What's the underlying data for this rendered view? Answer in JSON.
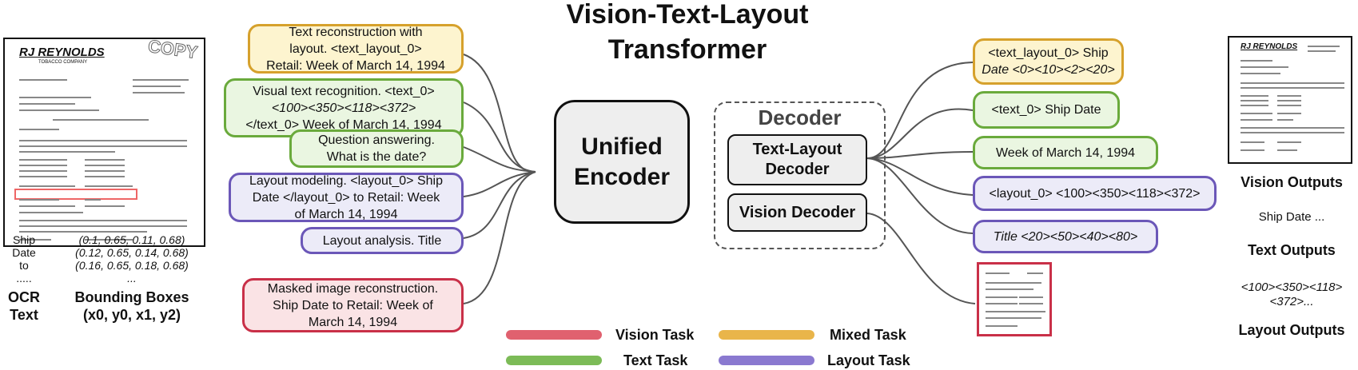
{
  "title": "Vision-Text-Layout Transformer",
  "input_doc": {
    "company": "RJ REYNOLDS",
    "company_sub": "TOBACCO COMPANY",
    "stamp": "COPY"
  },
  "ocr": {
    "words": [
      "Ship",
      "Date",
      "to",
      "....."
    ],
    "boxes": [
      "(0.1, 0.65, 0.11, 0.68)",
      "(0.12, 0.65, 0.14, 0.68)",
      "(0.16, 0.65, 0.18, 0.68)",
      "..."
    ],
    "ocr_label_1": "OCR",
    "ocr_label_2": "Text",
    "bbox_label_1": "Bounding Boxes",
    "bbox_label_2": "(x0, y0, x1, y2)"
  },
  "tasks": [
    {
      "kind": "mixed",
      "lines": [
        "Text reconstruction with",
        "layout. <text_layout_0>",
        "Retail: Week of March 14, 1994"
      ]
    },
    {
      "kind": "text",
      "lines": [
        "Visual text recognition. <text_0>",
        "<100><350><118><372>",
        "</text_0> Week of March 14, 1994"
      ]
    },
    {
      "kind": "text",
      "lines": [
        "Question answering.",
        "What is the date?"
      ]
    },
    {
      "kind": "layout",
      "lines": [
        "Layout modeling. <layout_0> Ship",
        "Date </layout_0> to Retail: Week",
        "of March 14, 1994"
      ]
    },
    {
      "kind": "layout",
      "lines": [
        "Layout analysis. Title"
      ]
    },
    {
      "kind": "vision",
      "lines": [
        "Masked image reconstruction.",
        "Ship Date to Retail: Week of",
        "March 14, 1994"
      ]
    }
  ],
  "encoder": {
    "line1": "Unified",
    "line2": "Encoder"
  },
  "decoder": {
    "label": "Decoder",
    "text_layout_1": "Text-Layout",
    "text_layout_2": "Decoder",
    "vision": "Vision Decoder"
  },
  "outputs": [
    {
      "kind": "mixed",
      "lines": [
        "<text_layout_0> Ship",
        "Date <0><10><2><20>"
      ]
    },
    {
      "kind": "text",
      "lines": [
        "<text_0> Ship Date"
      ]
    },
    {
      "kind": "text",
      "lines": [
        "Week of March 14, 1994"
      ]
    },
    {
      "kind": "layout",
      "lines": [
        "<layout_0> <100><350><118><372>"
      ]
    },
    {
      "kind": "layout",
      "lines": [
        "Title <20><50><40><80>"
      ]
    }
  ],
  "output_doc": {
    "company": "RJ REYNOLDS"
  },
  "right_panel": {
    "vision_label": "Vision Outputs",
    "text_example": "Ship Date ...",
    "text_label": "Text Outputs",
    "layout_example_1": "<100><350><118>",
    "layout_example_2": "<372>...",
    "layout_label": "Layout Outputs"
  },
  "legend": [
    {
      "label": "Vision Task",
      "color": "#e0616f"
    },
    {
      "label": "Mixed Task",
      "color": "#e9b54a"
    },
    {
      "label": "Text Task",
      "color": "#7cbb57"
    },
    {
      "label": "Layout Task",
      "color": "#8a79d0"
    }
  ]
}
